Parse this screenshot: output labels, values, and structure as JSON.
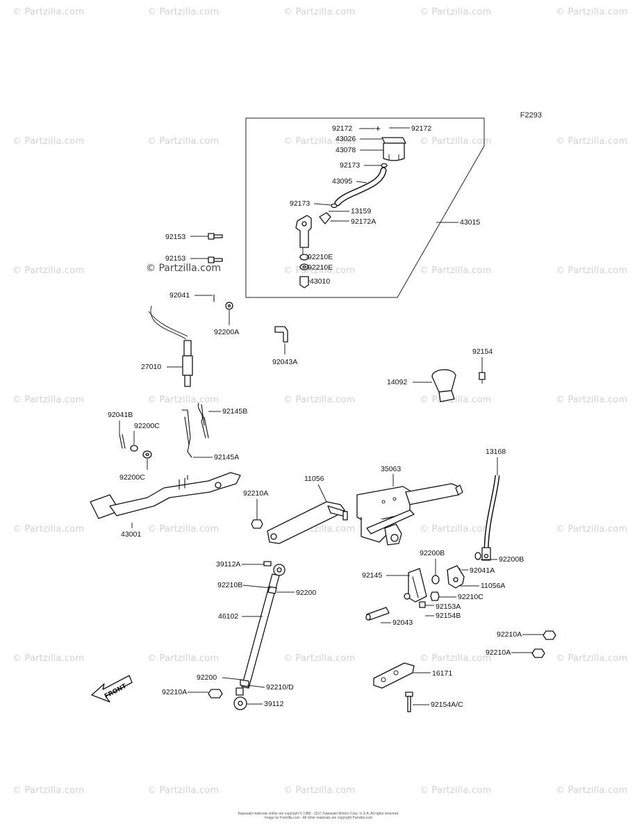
{
  "diagram": {
    "figure_code": "F2293",
    "copyright_lines": [
      "Kawasaki materials within are copyright © 1986 - 2017 Kawasaki Motors Corp. U.S.A. All rights reserved.",
      "Image by Partzilla.com - All other materials are copyright Partzilla.com"
    ],
    "logo_text": "© Partzilla.com",
    "watermark_text": "© Partzilla.com",
    "front_arrow_text": "FRONT",
    "part_labels": {
      "p92172_l": "92172",
      "p92172_r": "92172",
      "p43026": "43026",
      "p43078": "43078",
      "p92173_a": "92173",
      "p43095": "43095",
      "p92173_b": "92173",
      "p13159": "13159",
      "p92172A": "92172A",
      "p43015": "43015",
      "p92210E_a": "92210E",
      "p92210E_b": "92210E",
      "p43010": "43010",
      "p92153_a": "92153",
      "p92153_b": "92153",
      "p92041": "92041",
      "p92200A": "92200A",
      "p92043A": "92043A",
      "p27010": "27010",
      "p92154": "92154",
      "p14092": "14092",
      "p92041B": "92041B",
      "p92200C_a": "92200C",
      "p92145B": "92145B",
      "p92145A": "92145A",
      "p92200C_b": "92200C",
      "p11056": "11056",
      "p35063": "35063",
      "p13168": "13168",
      "p92210A_a": "92210A",
      "p43001": "43001",
      "p92200B_a": "92200B",
      "p92200B_b": "92200B",
      "p92041A": "92041A",
      "p39112A": "39112A",
      "p92145": "92145",
      "p11056A": "11056A",
      "p92210B": "92210B",
      "p92200_a": "92200",
      "p92210C": "92210C",
      "p92153A": "92153A",
      "p92154B": "92154B",
      "p46102": "46102",
      "p92043": "92043",
      "p92210A_b": "92210A",
      "p92210A_c": "92210A",
      "p16171": "16171",
      "p92200_b": "92200",
      "p92210D": "92210/D",
      "p92210A_d": "92210A",
      "p39112": "39112",
      "p92154AC": "92154A/C"
    }
  }
}
